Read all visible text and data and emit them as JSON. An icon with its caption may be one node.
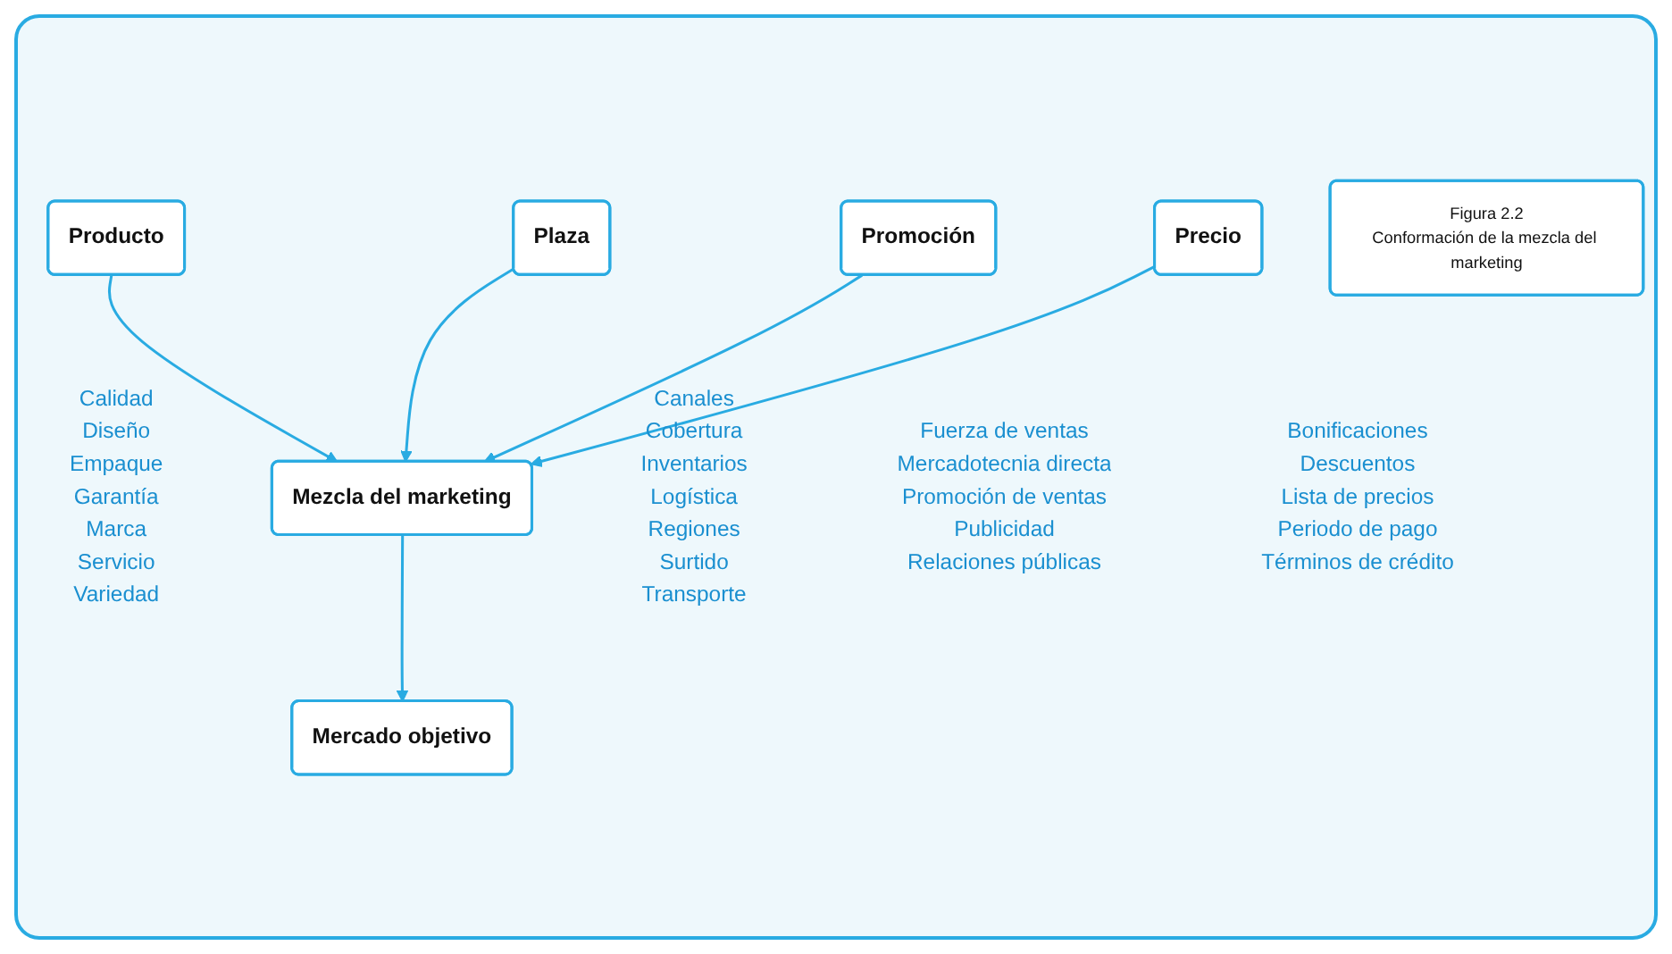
{
  "diagram": {
    "nodes": [
      {
        "text": [
          "Mezcla del marketing"
        ]
      },
      {
        "text": [
          "Producto"
        ],
        "beside": [
          "Calidad",
          "Diseño",
          "Empaque",
          "Garantía",
          "Marca",
          "Servicio",
          "Variedad"
        ]
      },
      {
        "text": [
          "Plaza"
        ],
        "beside": [
          "Canales",
          "Cobertura",
          "Inventarios",
          "Logística",
          "Regiones",
          "Surtido",
          "Transporte"
        ]
      },
      {
        "text": [
          "Promoción"
        ],
        "beside": [
          "Fuerza de ventas",
          "Mercadotecnia directa",
          "Promoción de ventas",
          "Publicidad",
          "Relaciones públicas"
        ]
      },
      {
        "text": [
          "Precio"
        ],
        "beside": [
          "Bonificaciones",
          "Descuentos",
          "Lista de precios",
          "Periodo de pago",
          "Términos de crédito"
        ]
      },
      {
        "text": [
          "Mercado objetivo"
        ]
      },
      {
        "text": [
          "Figura 2.2",
          "Conformación de la mezcla del marketing"
        ]
      }
    ],
    "edges": [
      {
        "from": 1,
        "to": 0,
        "arrow": "to"
      },
      {
        "from": 3,
        "to": 0,
        "arrow": "to"
      },
      {
        "from": 2,
        "to": 0,
        "arrow": "to"
      },
      {
        "from": 4,
        "to": 0,
        "arrow": "to"
      },
      {
        "from": 0,
        "to": 5,
        "arrow": "to"
      }
    ]
  }
}
